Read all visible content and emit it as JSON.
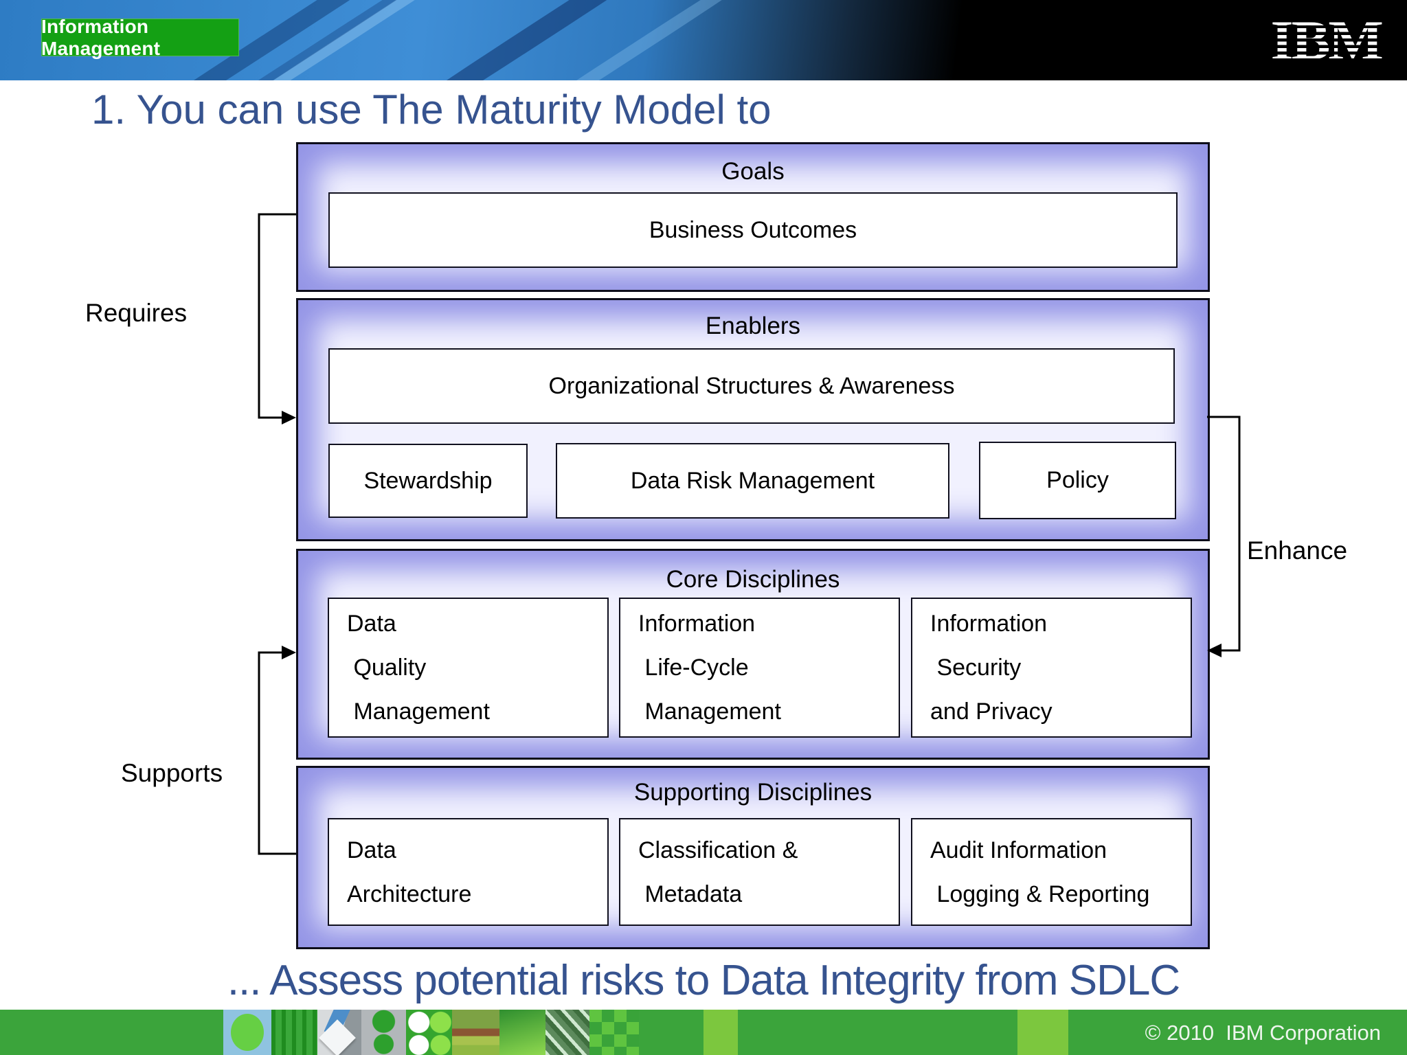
{
  "header": {
    "brand_label": "Information Management",
    "logo_text": "IBM"
  },
  "title": "1. You can use The Maturity Model to",
  "diagram": {
    "goals": {
      "title": "Goals",
      "box_label": "Business Outcomes"
    },
    "enablers": {
      "title": "Enablers",
      "wide_box_label": "Organizational Structures & Awareness",
      "boxes": [
        "Stewardship",
        "Data Risk Management",
        "Policy"
      ]
    },
    "core": {
      "title": "Core Disciplines",
      "boxes": [
        {
          "lines": [
            "Data",
            " Quality",
            " Management"
          ]
        },
        {
          "lines": [
            "Information",
            " Life-Cycle",
            " Management"
          ]
        },
        {
          "lines": [
            "Information",
            " Security",
            "and Privacy"
          ]
        }
      ]
    },
    "supporting": {
      "title": "Supporting Disciplines",
      "boxes": [
        {
          "lines": [
            "Data",
            "Architecture"
          ]
        },
        {
          "lines": [
            "Classification &",
            " Metadata"
          ]
        },
        {
          "lines": [
            "Audit Information",
            " Logging & Reporting"
          ]
        }
      ]
    },
    "labels": {
      "requires": "Requires",
      "supports": "Supports",
      "enhance": "Enhance"
    }
  },
  "bottom_title": "... Assess potential risks to Data Integrity from SDLC",
  "footer": {
    "copyright": "© 2010  IBM Corporation",
    "thumbnails": [
      "green-circle-tile",
      "green-stripes-tile",
      "origami-paper-tile",
      "green-dots-pair-tile",
      "dots-grid-tile",
      "landscape-photo-tile",
      "green-gradient-tile",
      "highway-photo-tile",
      "green-mosaic-tile"
    ]
  },
  "colors": {
    "title_blue": "#36538f",
    "panel_purple": "#9394e6",
    "brand_green": "#14a014",
    "footer_green": "#3ba43b"
  }
}
